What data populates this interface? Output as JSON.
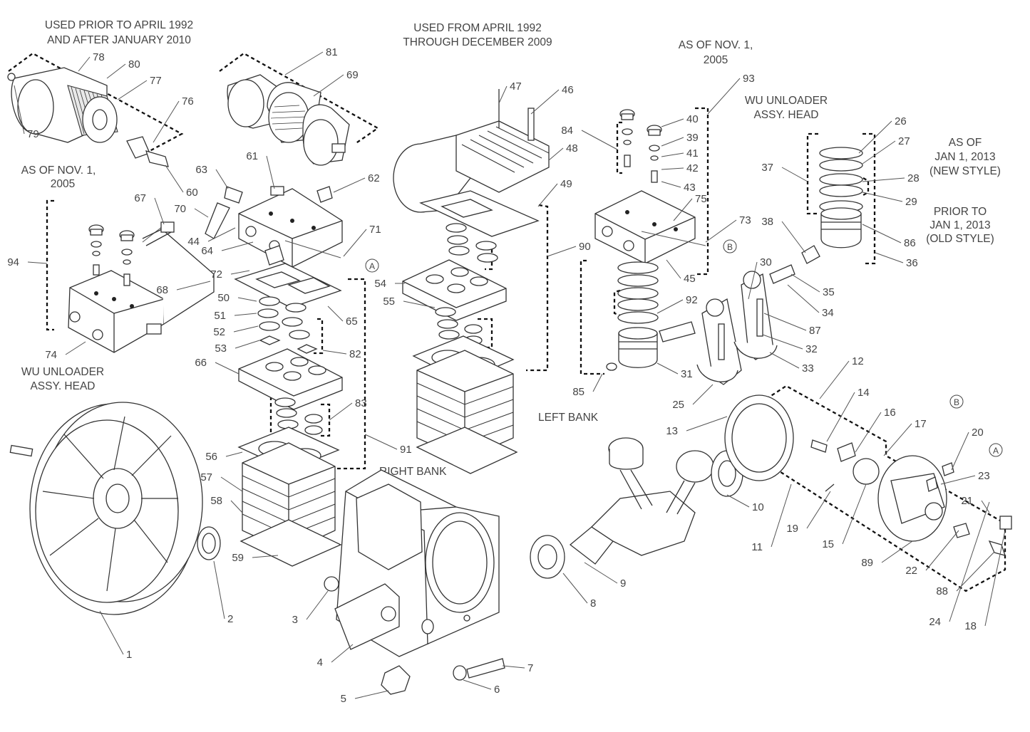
{
  "notes": {
    "prior_1992": [
      "USED PRIOR TO APRIL 1992",
      "AND AFTER JANUARY 2010"
    ],
    "from_1992": [
      "USED FROM APRIL 1992",
      "THROUGH DECEMBER 2009"
    ],
    "nov2005_left": [
      "AS OF NOV. 1,",
      "2005"
    ],
    "nov2005_right": [
      "AS OF NOV. 1,",
      "2005"
    ],
    "wu_left": [
      "WU UNLOADER",
      "ASSY. HEAD"
    ],
    "wu_right": [
      "WU UNLOADER",
      "ASSY. HEAD"
    ],
    "new_style": [
      "AS OF",
      "JAN 1, 2013",
      "(NEW STYLE)"
    ],
    "old_style": [
      "PRIOR TO",
      "JAN 1, 2013",
      "(OLD STYLE)"
    ],
    "left_bank": "LEFT BANK",
    "right_bank": "RIGHT BANK",
    "ref_a": "A",
    "ref_b": "B"
  },
  "callouts": [
    "78",
    "80",
    "77",
    "76",
    "79",
    "60",
    "81",
    "69",
    "47",
    "46",
    "48",
    "49",
    "61",
    "63",
    "62",
    "44",
    "70",
    "64",
    "71",
    "72",
    "68",
    "67",
    "65",
    "50",
    "51",
    "52",
    "53",
    "82",
    "66",
    "83",
    "91",
    "56",
    "57",
    "58",
    "59",
    "90",
    "54",
    "55",
    "40",
    "39",
    "41",
    "42",
    "43",
    "94",
    "74",
    "84",
    "93",
    "75",
    "73",
    "45",
    "26",
    "27",
    "28",
    "29",
    "30",
    "31",
    "92",
    "85",
    "37",
    "38",
    "86",
    "36",
    "35",
    "34",
    "33",
    "32",
    "25",
    "87",
    "12",
    "13",
    "14",
    "16",
    "17",
    "15",
    "19",
    "20",
    "23",
    "21",
    "22",
    "88",
    "24",
    "18",
    "89",
    "11",
    "10",
    "9",
    "8",
    "7",
    "6",
    "5",
    "4",
    "3",
    "2",
    "1"
  ]
}
